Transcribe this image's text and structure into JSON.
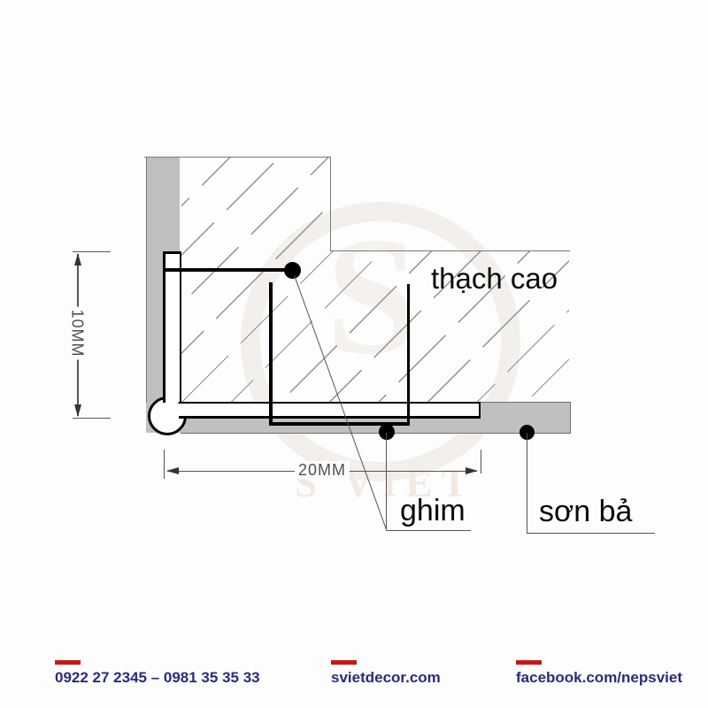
{
  "diagram": {
    "material_label": "thạch cao",
    "staple_label": "ghim",
    "finish_label": "sơn bả",
    "dim_height": "10MM",
    "dim_width": "20MM",
    "watermark_initial": "S",
    "watermark_text": "S VIET"
  },
  "footer": {
    "phone": "0922 27 2345 – 0981 35 35 33",
    "website": "svietdecor.com",
    "facebook": "facebook.com/nepsviet"
  },
  "colors": {
    "accent_red": "#cc1414",
    "footer_navy": "#2b2b7c",
    "wall_gray": "#c0c0c0",
    "outline_black": "#000000",
    "dim_gray": "#4f4f4f",
    "hatch_gray": "#8f8f8f"
  }
}
